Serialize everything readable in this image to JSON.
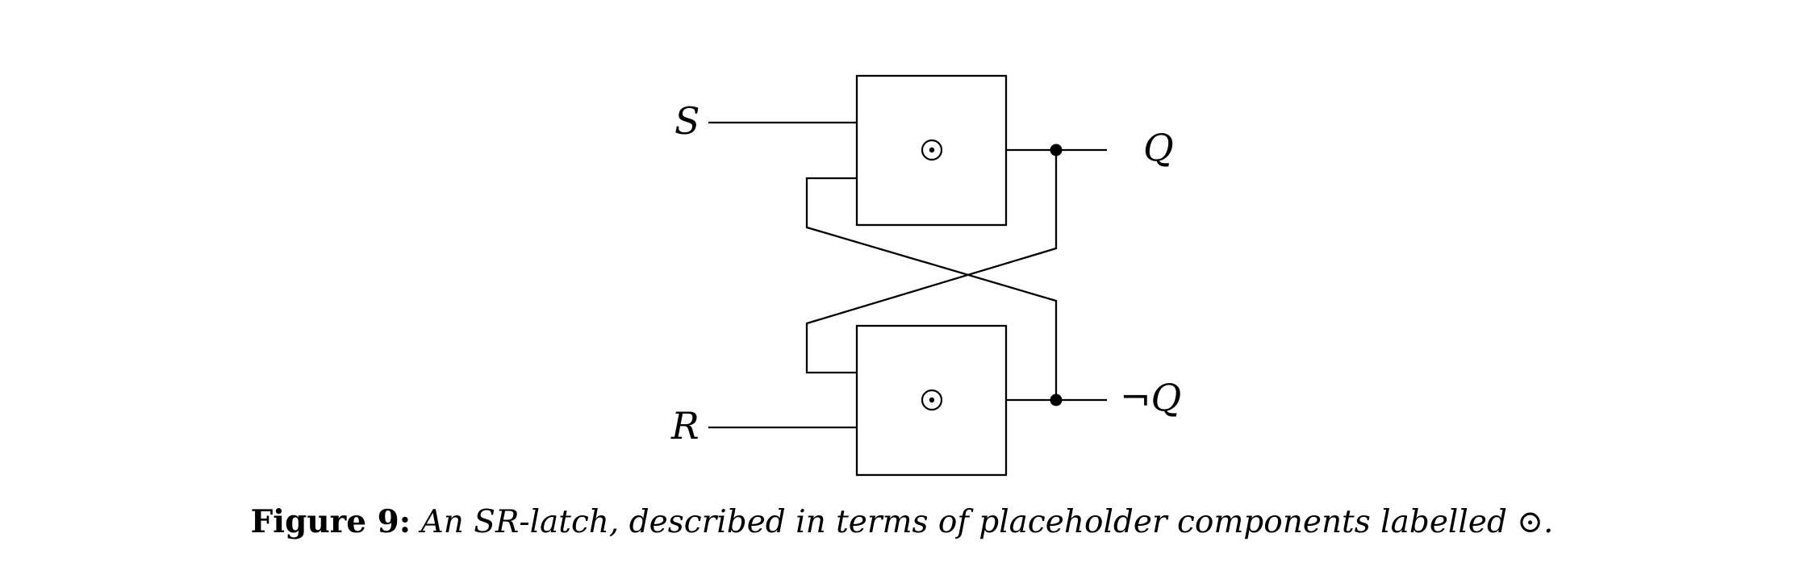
{
  "diagram": {
    "inputs": {
      "set": "S",
      "reset": "R"
    },
    "outputs": {
      "q": "Q",
      "not_q": "¬Q"
    },
    "gates": [
      {
        "symbol": "⊙"
      },
      {
        "symbol": "⊙"
      }
    ]
  },
  "caption": {
    "label": "Figure 9:",
    "text": "An SR-latch, described in terms of placeholder components labelled ⊙."
  }
}
